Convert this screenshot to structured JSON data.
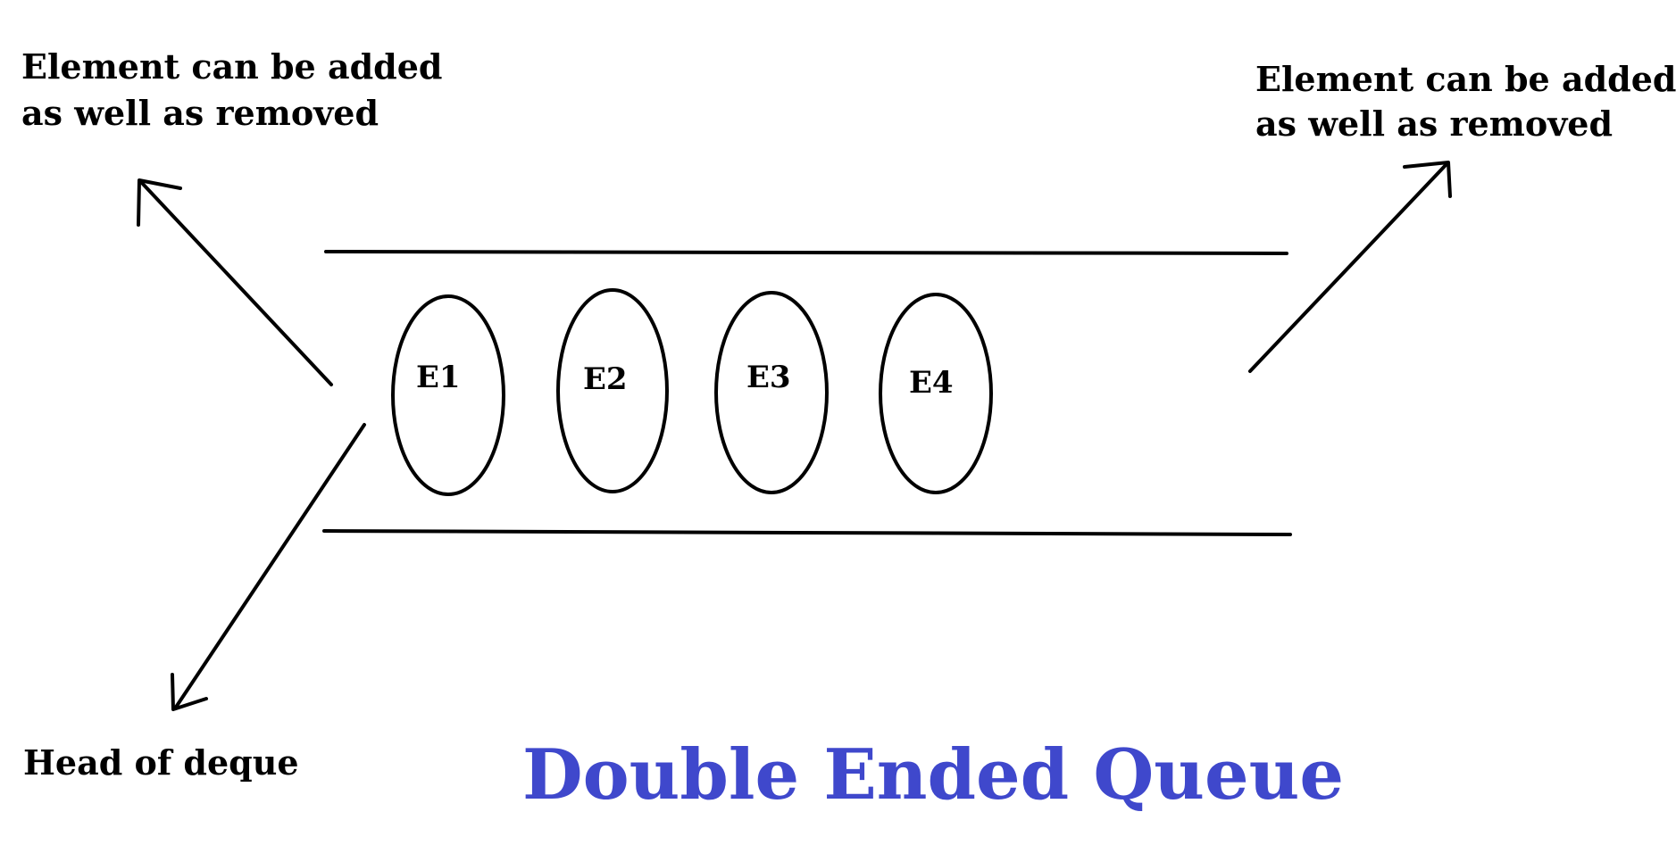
{
  "diagram": {
    "top_left_label": {
      "line1": "Element can be added",
      "line2": "as well as removed"
    },
    "top_right_label": {
      "line1": "Element can be added",
      "line2": "as well as removed"
    },
    "head_label": "Head of deque",
    "elements": [
      "E1",
      "E2",
      "E3",
      "E4"
    ],
    "title": "Double Ended Queue",
    "colors": {
      "title": "#3f48cc",
      "stroke": "#000000",
      "background": "#ffffff"
    }
  }
}
